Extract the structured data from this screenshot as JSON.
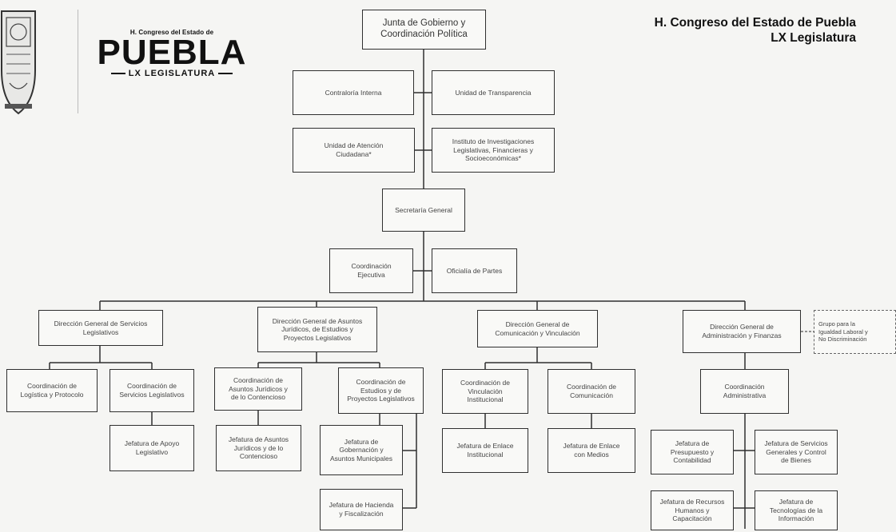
{
  "header": {
    "title": "H. Congreso del Estado de Puebla",
    "subtitle": "LX Legislatura"
  },
  "logo": {
    "small": "H. Congreso del Estado de",
    "big": "PUEBLA",
    "legislature": "LX LEGISLATURA"
  },
  "org": {
    "junta": "Junta de Gobierno y\nCoordinación Política",
    "contraloria": "Contraloría Interna",
    "transparencia": "Unidad de Transparencia",
    "atencion": "Unidad de Atención\nCiudadana*",
    "instituto": "Instituto de Investigaciones\nLegislativas, Financieras y\nSocioeconómicas*",
    "secretaria": "Secretaría General",
    "coord_ejecutiva": "Coordinación\nEjecutiva",
    "oficialia": "Oficialía de Partes",
    "dg_servicios": "Dirección General de Servicios\nLegislativos",
    "dg_juridicos": "Dirección General de Asuntos\nJurídicos, de Estudios y\nProyectos Legislativos",
    "dg_comunicacion": "Dirección General de\nComunicación y Vinculación",
    "dg_administracion": "Dirección General de\nAdministración y Finanzas",
    "grupo_igualdad": "Grupo para la\nIgualdad Laboral y\nNo Discriminación",
    "coord_logistica": "Coordinación de\nLogística y Protocolo",
    "coord_serv_leg": "Coordinación de\nServicios Legislativos",
    "jef_apoyo": "Jefatura de Apoyo\nLegislativo",
    "coord_asuntos": "Coordinación de\nAsuntos Jurídicos y\nde lo Contencioso",
    "coord_estudios": "Coordinación de\nEstudios y de\nProyectos Legislativos",
    "jef_asuntos": "Jefatura de Asuntos\nJurídicos y de lo\nContencioso",
    "jef_gobernacion": "Jefatura de\nGobernación y\nAsuntos Municipales",
    "jef_hacienda": "Jefatura de Hacienda\ny Fiscalización",
    "coord_vinculacion": "Coordinación de\nVinculación\nInstitucional",
    "coord_comunicacion": "Coordinación de\nComunicación",
    "jef_enlace_inst": "Jefatura de Enlace\nInstitucional",
    "jef_enlace_medios": "Jefatura de Enlace\ncon Medios",
    "coord_admin": "Coordinación\nAdministrativa",
    "jef_presupuesto": "Jefatura de\nPresupuesto y\nContabilidad",
    "jef_servicios_gen": "Jefatura de Servicios\nGenerales y Control\nde Bienes",
    "jef_recursos": "Jefatura de Recursos\nHumanos y\nCapacitación",
    "jef_tecnologias": "Jefatura de\nTecnologías de la\nInformación"
  }
}
